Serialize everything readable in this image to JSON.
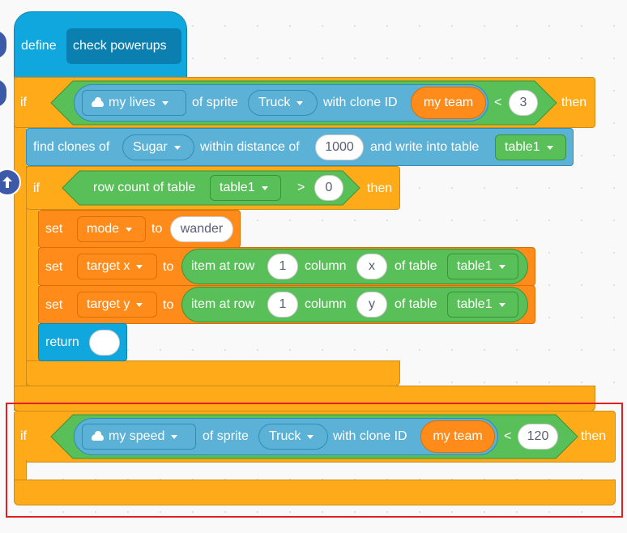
{
  "define": {
    "keyword": "define",
    "name": "check powerups"
  },
  "if1": {
    "keyword": "if",
    "then": "then",
    "sensor": {
      "property": "my lives",
      "of_sprite": "of sprite",
      "sprite": "Truck",
      "with_clone": "with clone ID",
      "clone": "my team"
    },
    "operator": "<",
    "value": "3"
  },
  "find": {
    "label": "find clones of",
    "sprite": "Sugar",
    "within": "within distance of",
    "distance": "1000",
    "write": "and write into table",
    "table": "table1"
  },
  "if2": {
    "keyword": "if",
    "then": "then",
    "row_count": "row count of table",
    "table": "table1",
    "operator": ">",
    "value": "0"
  },
  "set_mode": {
    "set": "set",
    "var": "mode",
    "to": "to",
    "value": "wander"
  },
  "set_x": {
    "set": "set",
    "var": "target x",
    "to": "to",
    "item_at_row": "item at row",
    "row": "1",
    "column": "column",
    "col": "x",
    "of_table": "of table",
    "table": "table1"
  },
  "set_y": {
    "set": "set",
    "var": "target y",
    "to": "to",
    "item_at_row": "item at row",
    "row": "1",
    "column": "column",
    "col": "y",
    "of_table": "of table",
    "table": "table1"
  },
  "return_block": {
    "label": "return",
    "value": ""
  },
  "if3": {
    "keyword": "if",
    "then": "then",
    "sensor": {
      "property": "my speed",
      "of_sprite": "of sprite",
      "sprite": "Truck",
      "with_clone": "with clone ID",
      "clone": "my team"
    },
    "operator": "<",
    "value": "120"
  },
  "colors": {
    "control": "#ffab19",
    "define": "#0fa7dd",
    "sensing": "#5cb1d6",
    "operator": "#59c059",
    "variable": "#ff8c1a",
    "selection": "#e02020"
  }
}
